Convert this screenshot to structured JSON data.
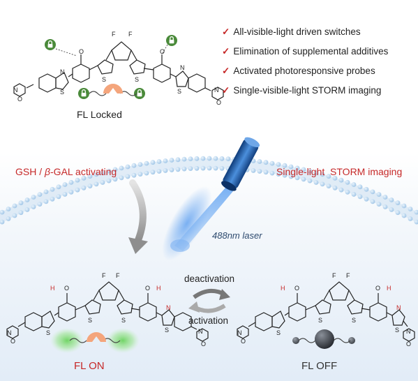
{
  "features": [
    "All-visible-light driven switches",
    "Elimination of supplemental additives",
    "Activated photoresponsive probes",
    "Single-visible-light STORM imaging"
  ],
  "check_mark": "✓",
  "locked_label": "FL Locked",
  "activation_label": {
    "prefix": "GSH / ",
    "greek": "β",
    "suffix": "-GAL activating"
  },
  "storm_label": "Single-light  STORM imaging",
  "laser_label": "488nm laser",
  "deactivation_label": "deactivation",
  "activation_switch_label": "activation",
  "fl_on_label": "FL ON",
  "fl_off_label": "FL OFF",
  "atom_labels": {
    "sulfur": "S",
    "nitrogen": "N",
    "oxygen": "O",
    "hydrogen": "H",
    "fluorine": "F"
  },
  "colors": {
    "accent_red": "#c62828",
    "lock_green": "#4a8a3a",
    "pacman_orange": "#f4a57c",
    "glow_green": "#6bd35f",
    "laser_blue": "#3a7fd6",
    "membrane_blue": "#bcd7ee",
    "off_sphere": "#3b3f47"
  }
}
